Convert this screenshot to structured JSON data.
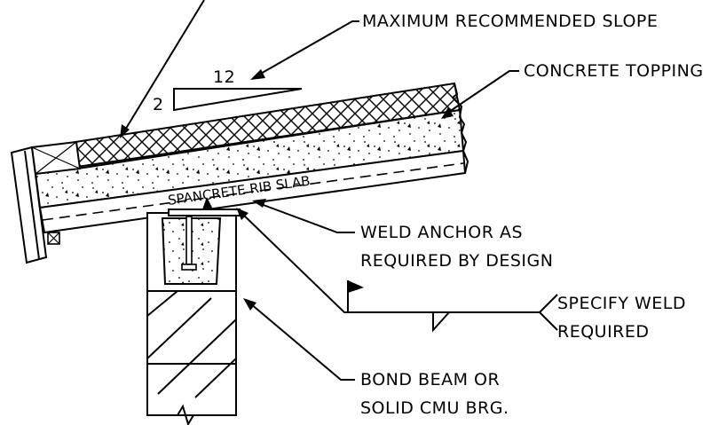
{
  "labels": {
    "max_slope": "MAXIMUM RECOMMENDED SLOPE",
    "concrete_topping": "CONCRETE TOPPING",
    "slope_run": "12",
    "slope_rise": "2",
    "slab": "SPANCRETE RIB SLAB",
    "weld_anchor_line1": "WELD ANCHOR AS",
    "weld_anchor_line2": "REQUIRED BY DESIGN",
    "specify_weld_line1": "SPECIFY WELD",
    "specify_weld_line2": "REQUIRED",
    "bond_beam_line1": "BOND BEAM OR",
    "bond_beam_line2": "SOLID CMU BRG."
  },
  "colors": {
    "ink": "#000000",
    "paper": "#ffffff"
  }
}
